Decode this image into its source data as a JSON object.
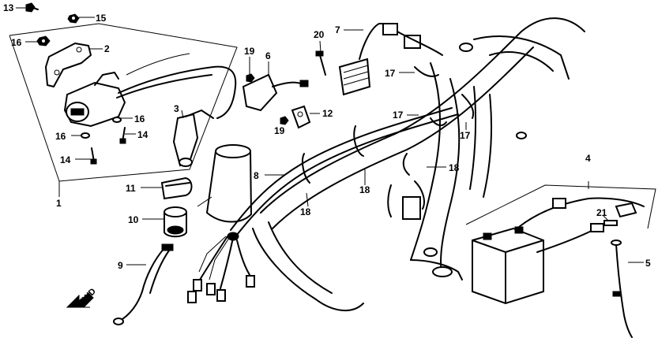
{
  "callouts": [
    {
      "id": "c13",
      "text": "13"
    },
    {
      "id": "c15",
      "text": "15"
    },
    {
      "id": "c16a",
      "text": "16"
    },
    {
      "id": "c2",
      "text": "2"
    },
    {
      "id": "c16b",
      "text": "16"
    },
    {
      "id": "c16c",
      "text": "16"
    },
    {
      "id": "c14a",
      "text": "14"
    },
    {
      "id": "c14b",
      "text": "14"
    },
    {
      "id": "c1",
      "text": "1"
    },
    {
      "id": "c3",
      "text": "3"
    },
    {
      "id": "c19a",
      "text": "19"
    },
    {
      "id": "c6",
      "text": "6"
    },
    {
      "id": "c12",
      "text": "12"
    },
    {
      "id": "c19b",
      "text": "19"
    },
    {
      "id": "c20",
      "text": "20"
    },
    {
      "id": "c7",
      "text": "7"
    },
    {
      "id": "c17a",
      "text": "17"
    },
    {
      "id": "c17b",
      "text": "17"
    },
    {
      "id": "c17c",
      "text": "17"
    },
    {
      "id": "c8",
      "text": "8"
    },
    {
      "id": "c18a",
      "text": "18"
    },
    {
      "id": "c18b",
      "text": "18"
    },
    {
      "id": "c18c",
      "text": "18"
    },
    {
      "id": "c11",
      "text": "11"
    },
    {
      "id": "c10",
      "text": "10"
    },
    {
      "id": "c9",
      "text": "9"
    },
    {
      "id": "c4",
      "text": "4"
    },
    {
      "id": "c21",
      "text": "21"
    },
    {
      "id": "c5",
      "text": "5"
    }
  ],
  "direction_marker": {
    "text": "FWD",
    "icon": "arrow-icon"
  }
}
